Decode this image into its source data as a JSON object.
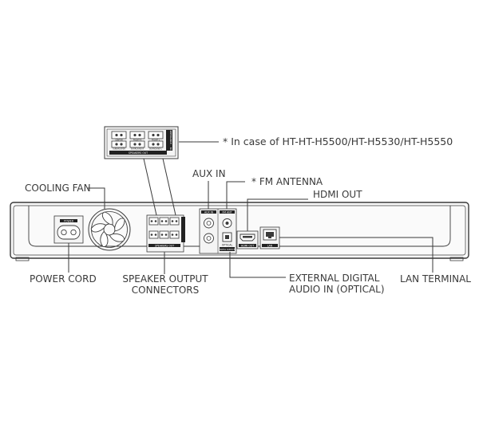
{
  "callouts": {
    "model_note": "* In case of HT-HT-H5500/HT-H5530/HT-H5550",
    "aux_in": "AUX IN",
    "fm_antenna": "* FM ANTENNA",
    "hdmi_out": "HDMI OUT",
    "cooling_fan": "COOLING FAN",
    "power_cord": "POWER CORD",
    "speaker_output_line1": "SPEAKER OUTPUT",
    "speaker_output_line2": "CONNECTORS",
    "optical_line1": "EXTERNAL DIGITAL",
    "optical_line2": "AUDIO IN (OPTICAL)",
    "lan_terminal": "LAN TERMINAL"
  },
  "panel_labels": {
    "power": "POWER",
    "speakers_out": "SPEAKERS OUT",
    "speakers_out_inset": "SPEAKERS OUT",
    "impedance": "IMPEDANCE : 3Ω",
    "aux_in": "AUX IN",
    "fm_ant": "FM ANT",
    "optical": "OPTICAL",
    "digital_audio_in": "DIGITAL AUDIO IN",
    "hdmi_out": "HDMI OUT",
    "lan": "LAN",
    "center": "CENTER",
    "front_r": "FRONT R",
    "front_l": "FRONT L",
    "subwoofer": "SUBWOOFER",
    "surround_r": "SURROUND R",
    "surround_l": "SURROUND L"
  },
  "colors": {
    "line": "#3a3a3a",
    "panel_fill": "#f4f4f4"
  }
}
